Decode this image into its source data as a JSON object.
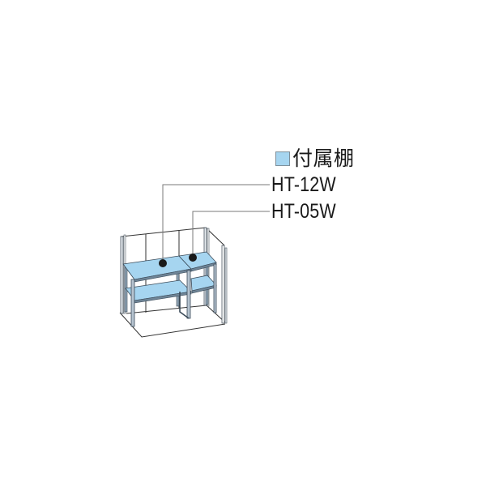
{
  "legend": {
    "swatch_color": "#a6d5f0",
    "title": "付属棚"
  },
  "callouts": [
    {
      "label": "HT-12W",
      "target": "large-shelf"
    },
    {
      "label": "HT-05W",
      "target": "small-shelf"
    }
  ],
  "colors": {
    "shelf_fill": "#a6d5f0",
    "frame_stroke": "#3a4a58",
    "wall_stroke": "#333333",
    "leader_stroke": "#7a7a7a",
    "marker_fill": "#1a1a1a"
  }
}
